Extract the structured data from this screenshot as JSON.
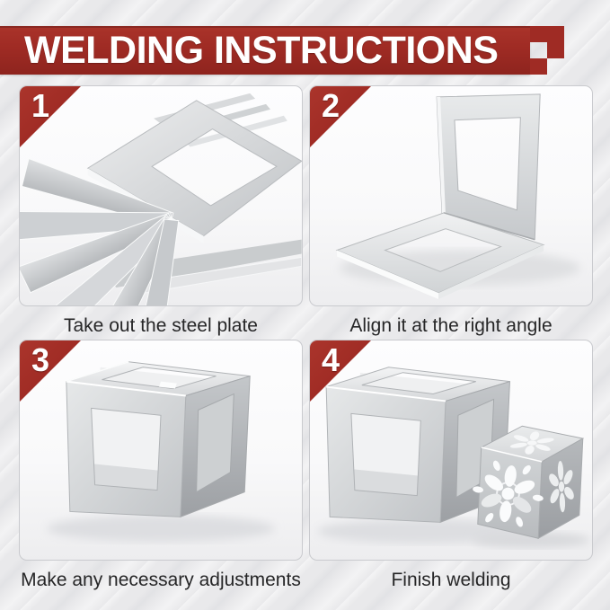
{
  "colors": {
    "accent_red": "#9F2B24",
    "background": "#E9E9EB",
    "panel_border": "#C9CACE",
    "title_text": "#FFFFFF",
    "caption_text": "#262627",
    "metal_silver": "#C6C9CC"
  },
  "header": {
    "title": "WELDING INSTRUCTIONS"
  },
  "steps": [
    {
      "number": "1",
      "caption": "Take out the steel plate",
      "illustration": "stack-of-steel-frame-plates"
    },
    {
      "number": "2",
      "caption": "Align it at the right angle",
      "illustration": "two-plates-at-right-angle"
    },
    {
      "number": "3",
      "caption": "Make any necessary adjustments",
      "illustration": "assembled-cube-frame"
    },
    {
      "number": "4",
      "caption": "Finish welding",
      "illustration": "welded-cube-with-decorative-cube"
    }
  ]
}
